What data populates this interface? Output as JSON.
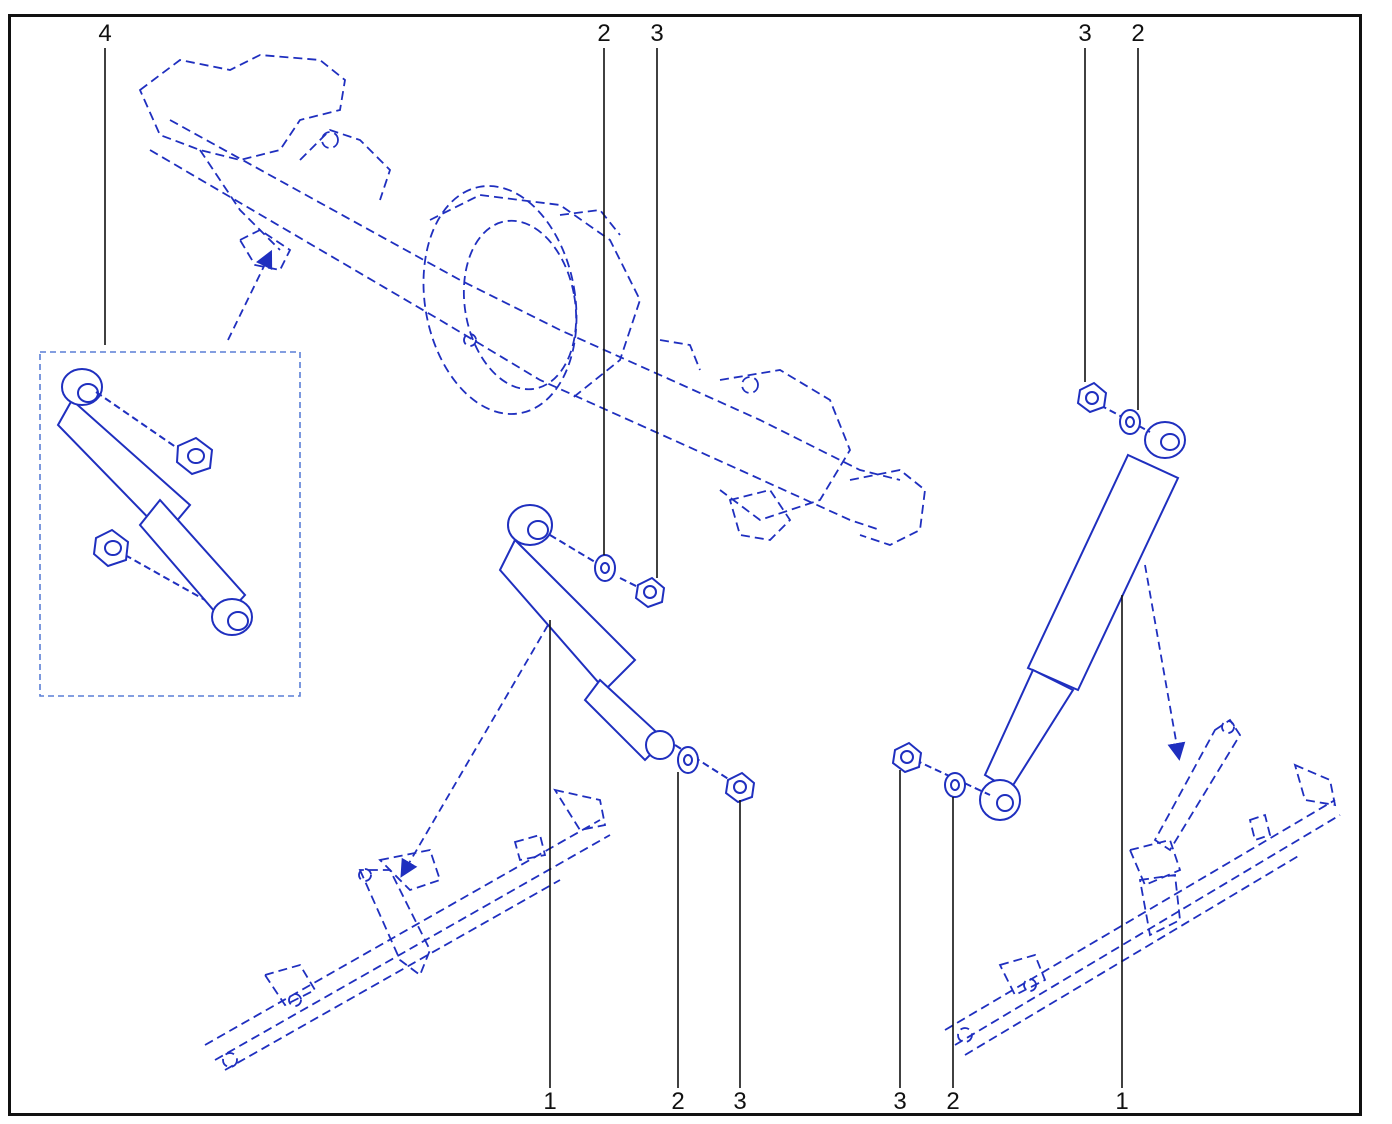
{
  "callouts": {
    "c4_top": "4",
    "c2_top_mid": "2",
    "c3_top_mid": "3",
    "c3_top_right": "3",
    "c2_top_right": "2",
    "c1_bottom_left": "1",
    "c2_bottom_left": "2",
    "c3_bottom_left": "3",
    "c3_bottom_right": "3",
    "c2_bottom_right": "2",
    "c1_bottom_right": "1"
  },
  "colors": {
    "drawing": "#1f2fbf",
    "leader": "#111111",
    "inset_border": "#5a7fd6"
  },
  "icons": [
    "rear-axle-assembly",
    "shock-absorber",
    "bushing-nut",
    "washer",
    "leaf-spring-assembly"
  ]
}
